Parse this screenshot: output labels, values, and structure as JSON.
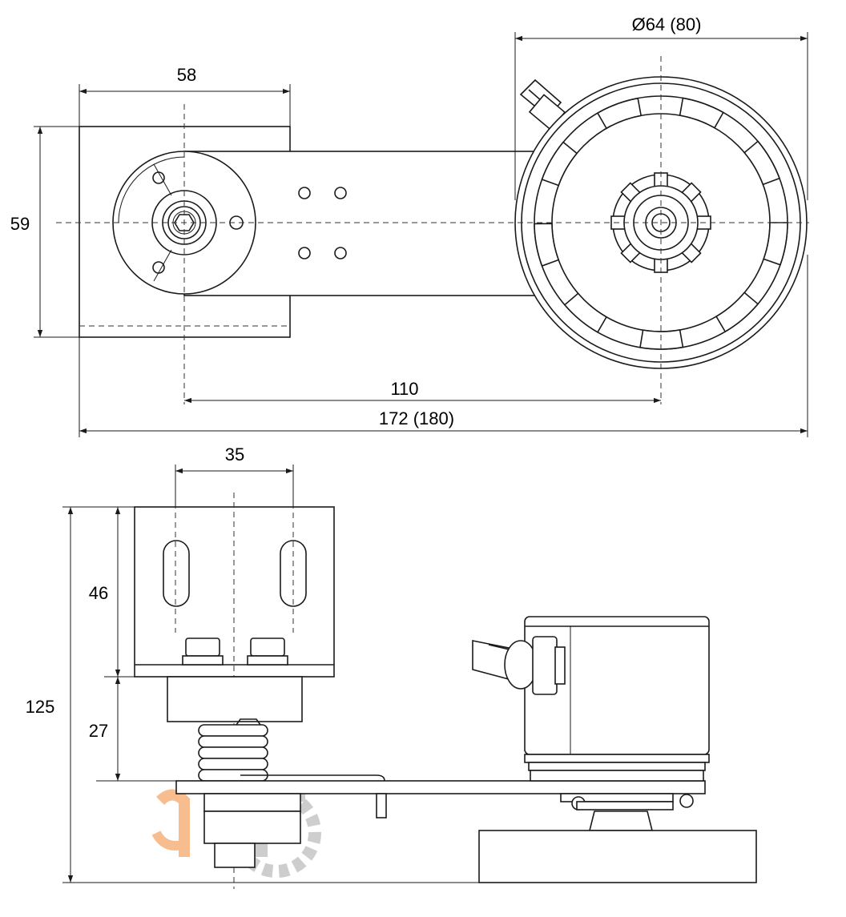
{
  "dimensions": {
    "top_width": "58",
    "top_height": "59",
    "wheel_diameter": "Ø64 (80)",
    "center_distance": "110",
    "overall_length": "172 (180)",
    "slot_spacing": "35",
    "bracket_height": "46",
    "spring_height": "27",
    "overall_height": "125"
  },
  "colors": {
    "line": "#1a1a1a",
    "watermark_orange": "#f6a86a",
    "watermark_gray": "#bdbdbd"
  }
}
